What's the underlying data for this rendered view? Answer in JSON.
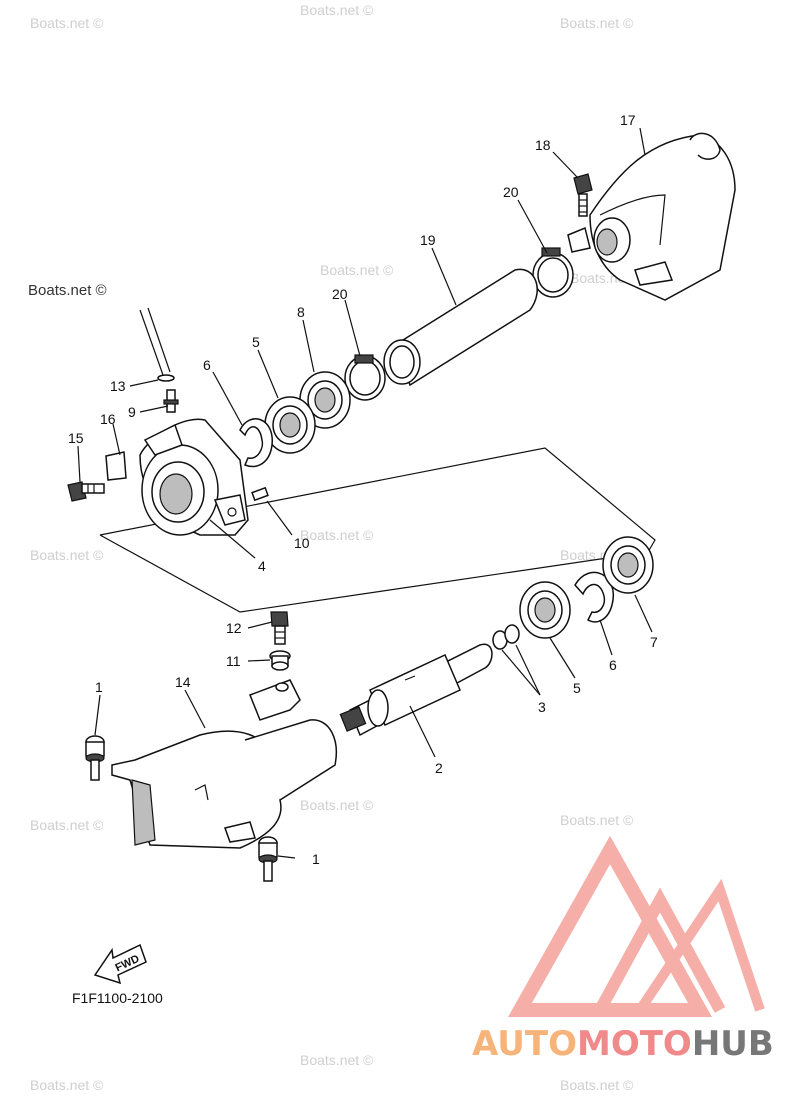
{
  "watermark": "Boats.net ©",
  "callouts": {
    "c1a": "1",
    "c1b": "1",
    "c2": "2",
    "c3": "3",
    "c4": "4",
    "c5a": "5",
    "c5b": "5",
    "c6a": "6",
    "c6b": "6",
    "c7": "7",
    "c8": "8",
    "c9": "9",
    "c10": "10",
    "c11": "11",
    "c12": "12",
    "c13": "13",
    "c14": "14",
    "c15": "15",
    "c16": "16",
    "c17": "17",
    "c18": "18",
    "c19": "19",
    "c20a": "20",
    "c20b": "20"
  },
  "fwd_label": "FWD",
  "diagram_code": "F1F1100-2100",
  "brand": {
    "part1": "AUTO",
    "part2": "MOTO",
    "part3": "HUB",
    "color1": "#f6b37a",
    "color2": "#f08a8a",
    "color3": "#777777",
    "logo_color": "#f4a09a"
  }
}
